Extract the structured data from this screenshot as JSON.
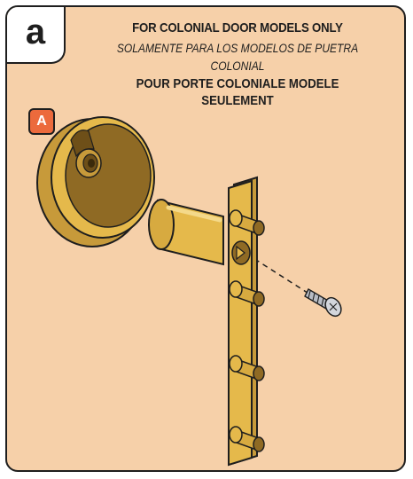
{
  "step": {
    "label": "a"
  },
  "captions": {
    "english": "FOR COLONIAL DOOR MODELS ONLY",
    "spanish_line1": "SOLAMENTE PARA LOS MODELOS DE PUETRA",
    "spanish_line2": "COLONIAL",
    "french_line1": "POUR PORTE COLONIALE MODELE",
    "french_line2": "SEULEMENT"
  },
  "parts": {
    "rose_badge": "A"
  },
  "colors": {
    "background": "#f6d0a9",
    "brass": "#e5b94b",
    "brass_dark": "#8f6a24",
    "outline": "#1e1e1e",
    "badge": "#ec6a3c",
    "screw": "#b8bcc4"
  }
}
